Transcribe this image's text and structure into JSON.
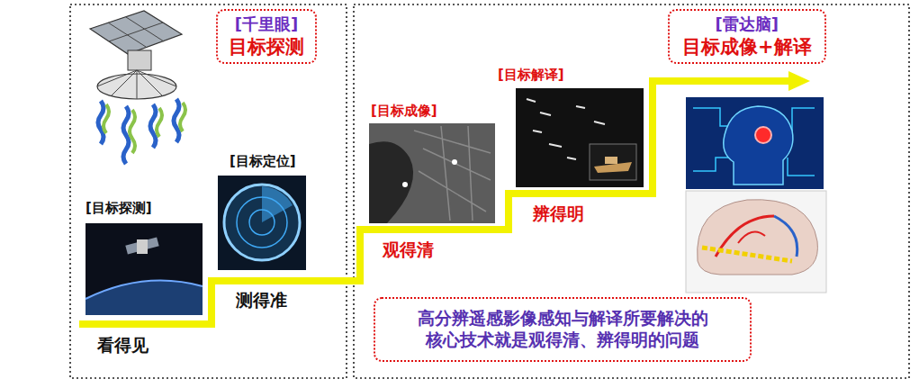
{
  "diagram": {
    "nodes": [
      {
        "text": [
          "[千里眼]",
          "目标探测"
        ]
      },
      {
        "text": [
          "[雷达脑]",
          "目标成像+解译"
        ]
      },
      {
        "text": [
          "高分辨遥感影像感知与解译所要解决的 核心技术就是观得清、辨得明的问题"
        ]
      }
    ],
    "labels": [
      "[目标探测]",
      "看得见",
      "[目标定位]",
      "测得准",
      "[目标成像]",
      "观得清",
      "[目标解译]",
      "辨得明"
    ]
  }
}
